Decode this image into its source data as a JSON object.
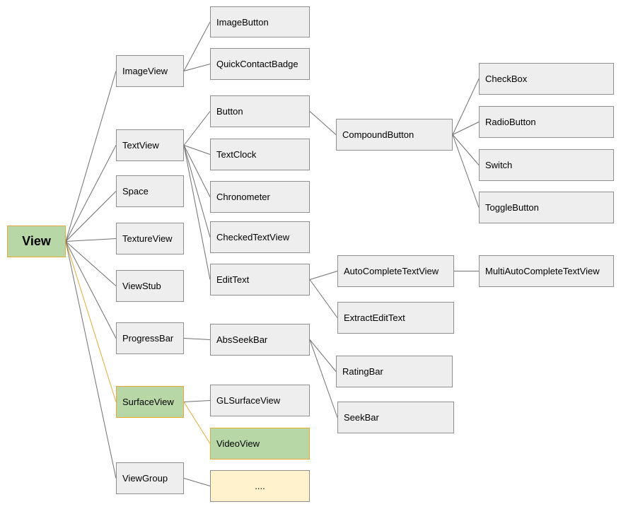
{
  "diagram": {
    "nodes": {
      "view": "View",
      "imageview": "ImageView",
      "textview": "TextView",
      "space": "Space",
      "textureview": "TextureView",
      "viewstub": "ViewStub",
      "progressbar": "ProgressBar",
      "surfaceview": "SurfaceView",
      "viewgroup": "ViewGroup",
      "imagebutton": "ImageButton",
      "quickcontactbadge": "QuickContactBadge",
      "button": "Button",
      "textclock": "TextClock",
      "chronometer": "Chronometer",
      "checkedtextview": "CheckedTextView",
      "edittext": "EditText",
      "absseekbar": "AbsSeekBar",
      "glsurfaceview": "GLSurfaceView",
      "videoview": "VideoView",
      "more": "....",
      "compoundbutton": "CompoundButton",
      "autocompletetextview": "AutoCompleteTextView",
      "extractedittext": "ExtractEditText",
      "ratingbar": "RatingBar",
      "seekbar": "SeekBar",
      "checkbox": "CheckBox",
      "radiobutton": "RadioButton",
      "switch": "Switch",
      "togglebutton": "ToggleButton",
      "multiautocompletetextview": "MultiAutoCompleteTextView"
    },
    "edges": [
      {
        "from": "view",
        "to": "imageview",
        "highlighted": false
      },
      {
        "from": "view",
        "to": "textview",
        "highlighted": false
      },
      {
        "from": "view",
        "to": "space",
        "highlighted": false
      },
      {
        "from": "view",
        "to": "textureview",
        "highlighted": false
      },
      {
        "from": "view",
        "to": "viewstub",
        "highlighted": false
      },
      {
        "from": "view",
        "to": "progressbar",
        "highlighted": false
      },
      {
        "from": "view",
        "to": "surfaceview",
        "highlighted": true
      },
      {
        "from": "view",
        "to": "viewgroup",
        "highlighted": false
      },
      {
        "from": "imageview",
        "to": "imagebutton",
        "highlighted": false
      },
      {
        "from": "imageview",
        "to": "quickcontactbadge",
        "highlighted": false
      },
      {
        "from": "textview",
        "to": "button",
        "highlighted": false
      },
      {
        "from": "textview",
        "to": "textclock",
        "highlighted": false
      },
      {
        "from": "textview",
        "to": "chronometer",
        "highlighted": false
      },
      {
        "from": "textview",
        "to": "checkedtextview",
        "highlighted": false
      },
      {
        "from": "textview",
        "to": "edittext",
        "highlighted": false
      },
      {
        "from": "progressbar",
        "to": "absseekbar",
        "highlighted": false
      },
      {
        "from": "surfaceview",
        "to": "glsurfaceview",
        "highlighted": false
      },
      {
        "from": "surfaceview",
        "to": "videoview",
        "highlighted": true
      },
      {
        "from": "viewgroup",
        "to": "more",
        "highlighted": false
      },
      {
        "from": "button",
        "to": "compoundbutton",
        "highlighted": false
      },
      {
        "from": "edittext",
        "to": "autocompletetextview",
        "highlighted": false
      },
      {
        "from": "edittext",
        "to": "extractedittext",
        "highlighted": false
      },
      {
        "from": "absseekbar",
        "to": "ratingbar",
        "highlighted": false
      },
      {
        "from": "absseekbar",
        "to": "seekbar",
        "highlighted": false
      },
      {
        "from": "compoundbutton",
        "to": "checkbox",
        "highlighted": false
      },
      {
        "from": "compoundbutton",
        "to": "radiobutton",
        "highlighted": false
      },
      {
        "from": "compoundbutton",
        "to": "switch",
        "highlighted": false
      },
      {
        "from": "compoundbutton",
        "to": "togglebutton",
        "highlighted": false
      },
      {
        "from": "autocompletetextview",
        "to": "multiautocompletetextview",
        "highlighted": false
      }
    ],
    "colors": {
      "node_fill": "#eeeeee",
      "node_border": "#8f8f8f",
      "highlight_fill": "#b7d8a6",
      "highlight_border": "#e6a838",
      "more_fill": "#fff2cc",
      "edge": "#707070",
      "highlight_edge": "#e6a838"
    }
  }
}
